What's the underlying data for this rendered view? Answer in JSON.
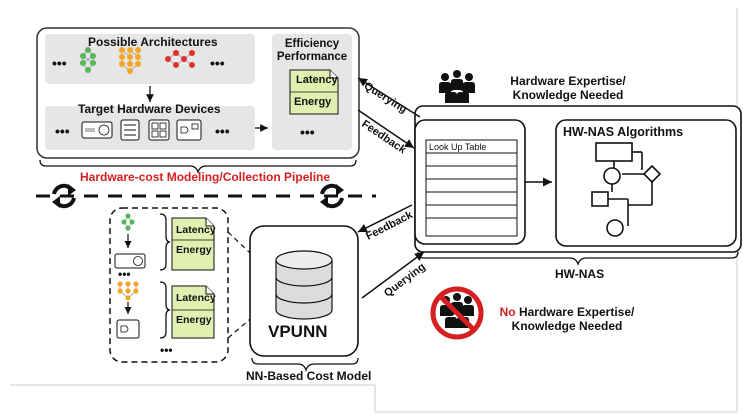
{
  "top_panel": {
    "possible_architectures": "Possible Architectures",
    "target_hardware_devices": "Target Hardware Devices",
    "efficiency_line1": "Efficiency",
    "efficiency_line2": "Performance",
    "latency": "Latency",
    "energy": "Energy",
    "ellipsis": "•••",
    "pipeline_caption": "Hardware-cost Modeling/Collection Pipeline"
  },
  "arrows": {
    "querying": "Querying",
    "feedback": "Feedback"
  },
  "expertise": {
    "needed_line1": "Hardware Expertise/",
    "needed_line2": "Knowledge Needed",
    "no_word": "No",
    "no_line1_rest": " Hardware Expertise/",
    "no_line2": "Knowledge Needed"
  },
  "hwnas": {
    "look_up_table": "Look Up Table",
    "algorithms_title": "HW-NAS Algorithms",
    "caption": "HW-NAS"
  },
  "bottom_panel": {
    "latency": "Latency",
    "energy": "Energy",
    "ellipsis": "•••",
    "vpunn": "VPUNN",
    "cost_model_caption": "NN-Based Cost Model"
  },
  "colors": {
    "red": "#d42020",
    "green": "#5bb55a",
    "orange": "#f5a623",
    "red_node": "#e03030",
    "doc_fill": "#dff0b0",
    "panel_gray": "#e6e6e6"
  }
}
